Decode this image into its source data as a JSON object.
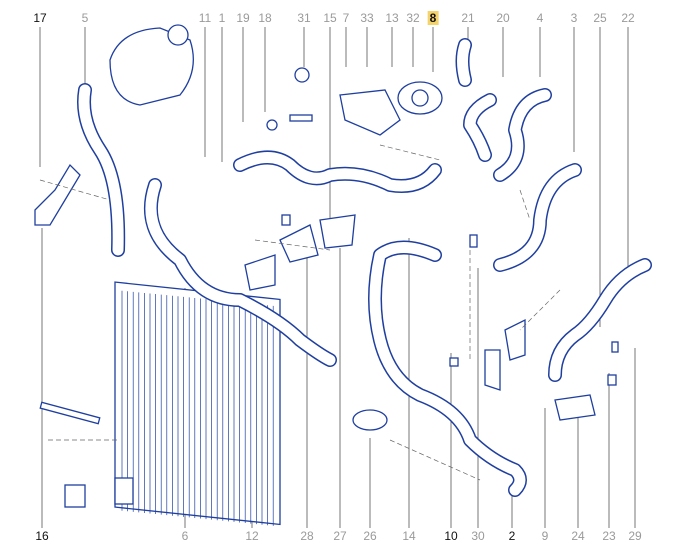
{
  "diagram": {
    "title": "Engine cooling system parts diagram",
    "selected_part": "8",
    "colors": {
      "line_art": "#1f3fa0",
      "highlight": "#f5d36b",
      "label_grey": "#9a9a9a",
      "label_dark": "#111111"
    },
    "top_labels": [
      "17",
      "5",
      "11",
      "1",
      "19",
      "18",
      "31",
      "15",
      "7",
      "33",
      "13",
      "32",
      "8",
      "21",
      "20",
      "4",
      "3",
      "25",
      "22"
    ],
    "bottom_labels": [
      "16",
      "6",
      "12",
      "28",
      "27",
      "26",
      "14",
      "10",
      "30",
      "2",
      "9",
      "24",
      "23",
      "29"
    ],
    "dark_labels": [
      "17",
      "16",
      "10",
      "2"
    ]
  }
}
